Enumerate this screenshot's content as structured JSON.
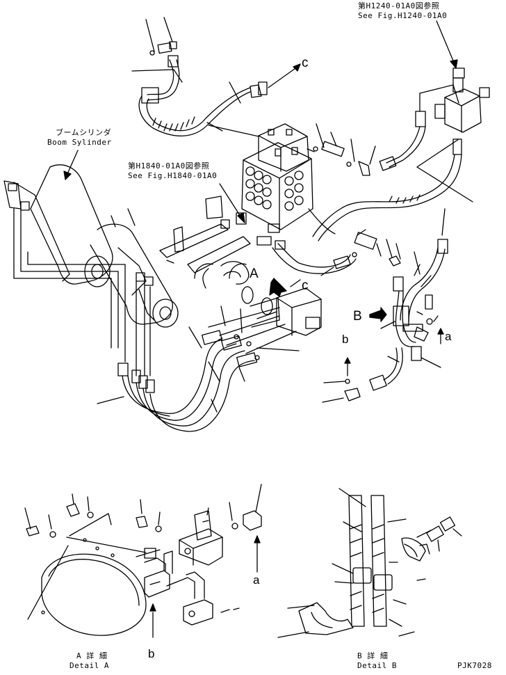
{
  "references": {
    "ref_top_right_jp": "第H1240-01A0図参照",
    "ref_top_right_en": "See Fig.H1240-01A0",
    "ref_center_jp": "第H1840-01A0図参照",
    "ref_center_en": "See Fig.H1840-01A0"
  },
  "boom_cylinder": {
    "jp": "ブームシリンダ",
    "en": "Boom Sylinder"
  },
  "markers": {
    "A": "A",
    "B": "B",
    "a_upper": "a",
    "b_upper": "b",
    "c_upper": "c",
    "c_mid": "c",
    "a_detail": "a",
    "b_detail": "b"
  },
  "details": {
    "detail_a_jp": "A 詳 細",
    "detail_a_en": "Detail A",
    "detail_b_jp": "B 詳 細",
    "detail_b_en": "Detail B"
  },
  "figure_code": "PJK7028"
}
